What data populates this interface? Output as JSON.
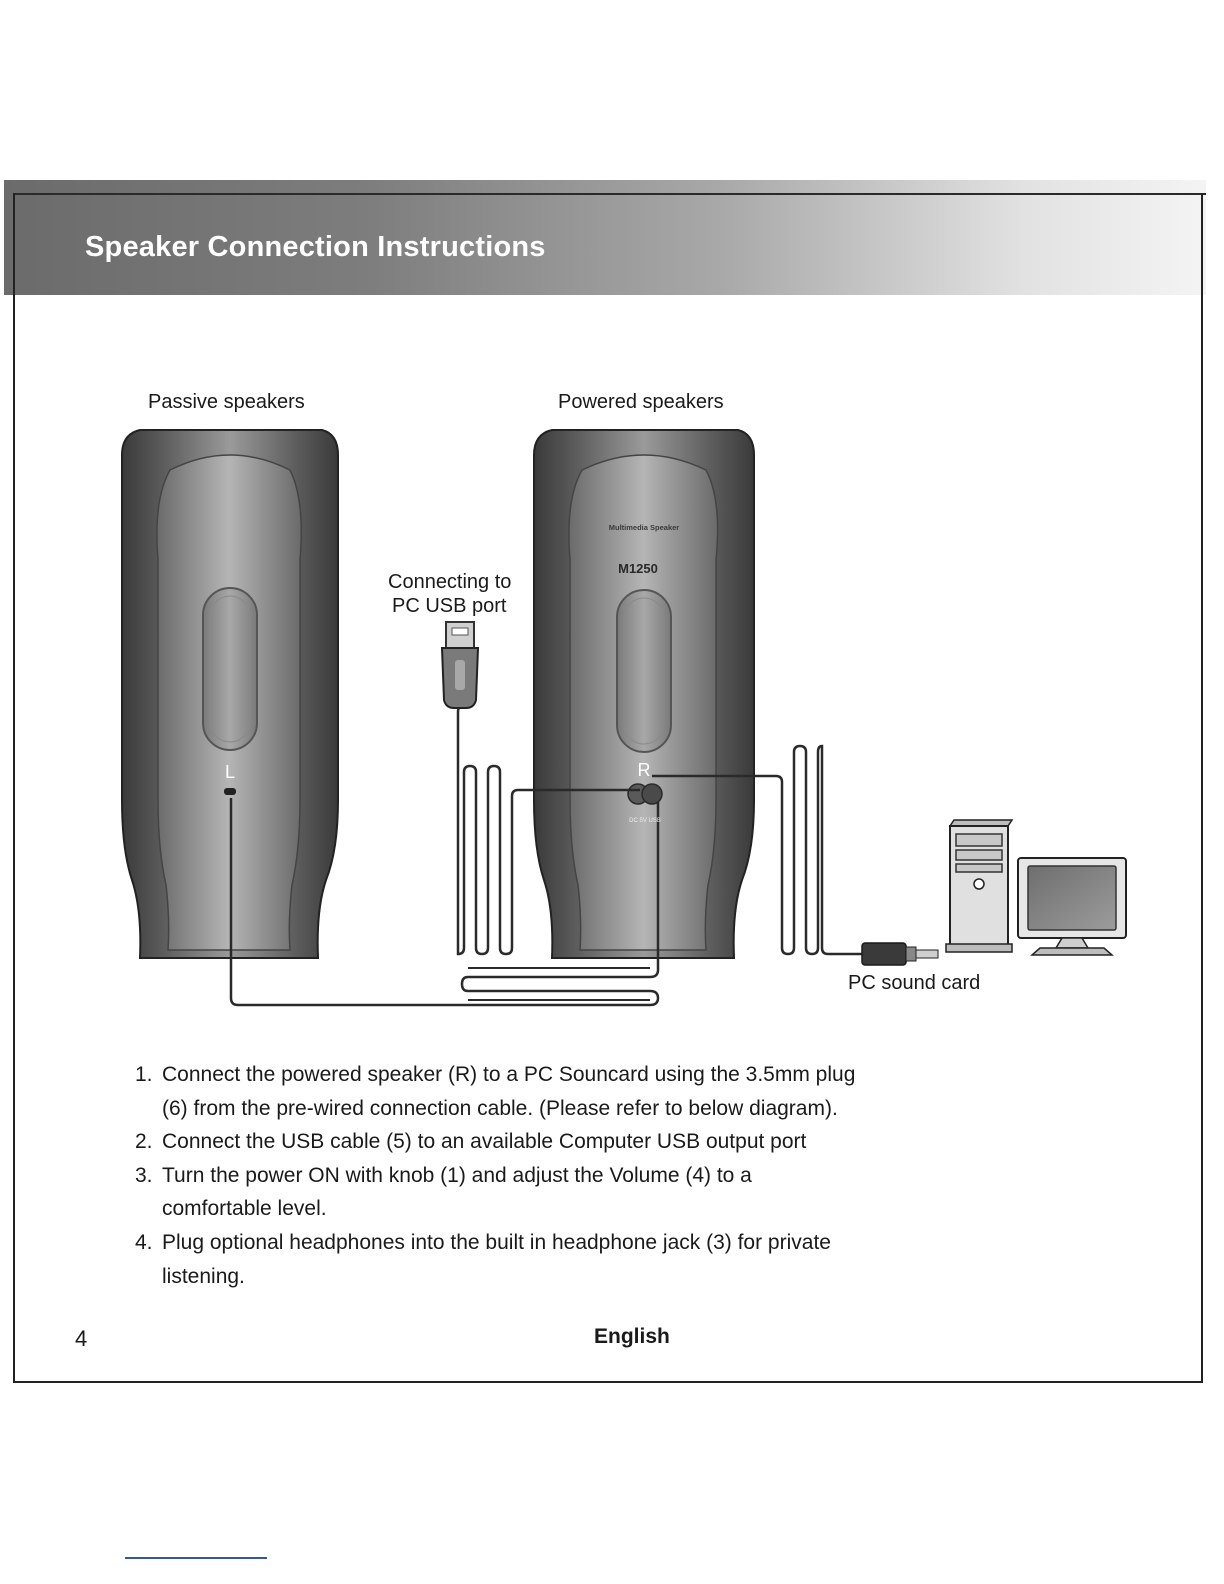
{
  "header": {
    "title": "Speaker Connection Instructions"
  },
  "diagram": {
    "passive_label": "Passive speakers",
    "powered_label": "Powered speakers",
    "usb_label_line1": "Connecting to",
    "usb_label_line2": "PC USB port",
    "left_channel": "L",
    "right_channel": "R",
    "brand_text": "Multimedia Speaker",
    "model_text": "M1250",
    "port_text": "DC 5V  USB",
    "soundcard_label": "PC sound card"
  },
  "instructions": [
    {
      "num": "1.",
      "lines": [
        "Connect the powered speaker (R) to a PC Souncard using the 3.5mm plug",
        "(6) from the pre-wired connection cable. (Please refer to below diagram)."
      ]
    },
    {
      "num": "2.",
      "lines": [
        "Connect the USB cable (5) to an available Computer USB output port"
      ]
    },
    {
      "num": "3.",
      "lines": [
        "Turn the power ON with knob (1) and adjust the Volume (4) to a",
        "comfortable level."
      ]
    },
    {
      "num": "4.",
      "lines": [
        "Plug optional headphones into the built in headphone jack (3) for private",
        "listening."
      ]
    }
  ],
  "footer": {
    "page_number": "4",
    "language": "English"
  }
}
